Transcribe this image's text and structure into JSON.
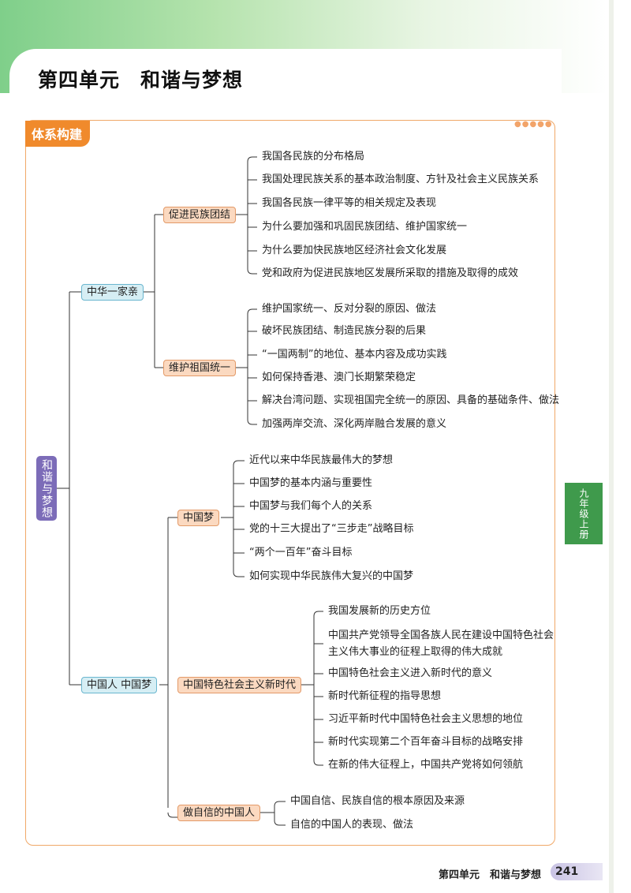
{
  "unit": {
    "title": "第四单元　和谐与梦想"
  },
  "section_label": "体系构建",
  "dots": "●●●●●",
  "root": "和谐与梦想",
  "branches": [
    {
      "label": "中华一家亲",
      "children": [
        {
          "label": "促进民族团结",
          "items": [
            "我国各民族的分布格局",
            "我国处理民族关系的基本政治制度、方针及社会主义民族关系",
            "我国各民族一律平等的相关规定及表现",
            "为什么要加强和巩固民族团结、维护国家统一",
            "为什么要加快民族地区经济社会文化发展",
            "党和政府为促进民族地区发展所采取的措施及取得的成效"
          ]
        },
        {
          "label": "维护祖国统一",
          "items": [
            "维护国家统一、反对分裂的原因、做法",
            "破坏民族团结、制造民族分裂的后果",
            "“一国两制”的地位、基本内容及成功实践",
            "如何保持香港、澳门长期繁荣稳定",
            "解决台湾问题、实现祖国完全统一的原因、具备的基础条件、做法",
            "加强两岸交流、深化两岸融合发展的意义"
          ]
        }
      ]
    },
    {
      "label": "中国人 中国梦",
      "children": [
        {
          "label": "中国梦",
          "items": [
            "近代以来中华民族最伟大的梦想",
            "中国梦的基本内涵与重要性",
            "中国梦与我们每个人的关系",
            "党的十三大提出了“三步走”战略目标",
            "“两个一百年”奋斗目标",
            "如何实现中华民族伟大复兴的中国梦"
          ]
        },
        {
          "label": "中国特色社会主义新时代",
          "items": [
            "我国发展新的历史方位",
            "中国共产党领导全国各族人民在建设中国特色社会主义伟大事业的征程上取得的伟大成就",
            "中国特色社会主义进入新时代的意义",
            "新时代新征程的指导思想",
            "习近平新时代中国特色社会主义思想的地位",
            "新时代实现第二个百年奋斗目标的战略安排",
            "在新的伟大征程上，中国共产党将如何领航"
          ]
        },
        {
          "label": "做自信的中国人",
          "items": [
            "中国自信、民族自信的根本原因及来源",
            "自信的中国人的表现、做法"
          ]
        }
      ]
    }
  ],
  "side_tab": "九年级上册",
  "footer": {
    "text": "第四单元　和谐与梦想",
    "page": "241"
  }
}
